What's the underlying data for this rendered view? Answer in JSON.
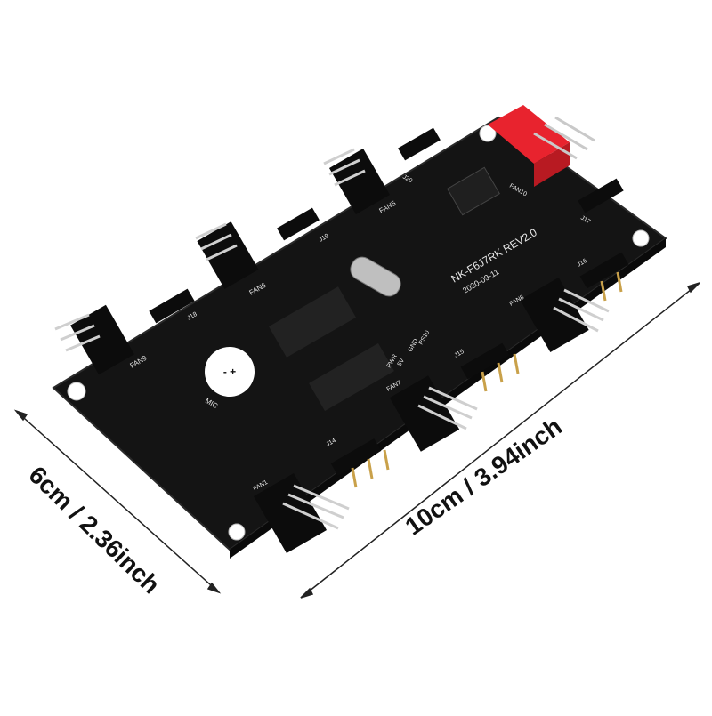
{
  "dimensions": {
    "width_label": "6cm / 2.36inch",
    "length_label": "10cm / 3.94inch"
  },
  "board": {
    "model": "NK-F6J7RK REV2.0",
    "date": "2020-09-11",
    "fan_labels": [
      "FAN5",
      "FAN6",
      "FAN9",
      "FAN10",
      "FAN8",
      "FAN7",
      "FAN1"
    ],
    "header_labels": [
      "J19",
      "J20",
      "J18",
      "J17",
      "J16",
      "J15",
      "J14"
    ],
    "pin_labels": [
      "PS10",
      "GND",
      "5V",
      "PWR"
    ],
    "mic_label": "MIC"
  },
  "colors": {
    "pcb": "#141414",
    "silkscreen": "#e8e8e8",
    "connector_red": "#e8232e",
    "pins": "#c9a14a",
    "dimension_line": "#222222"
  }
}
